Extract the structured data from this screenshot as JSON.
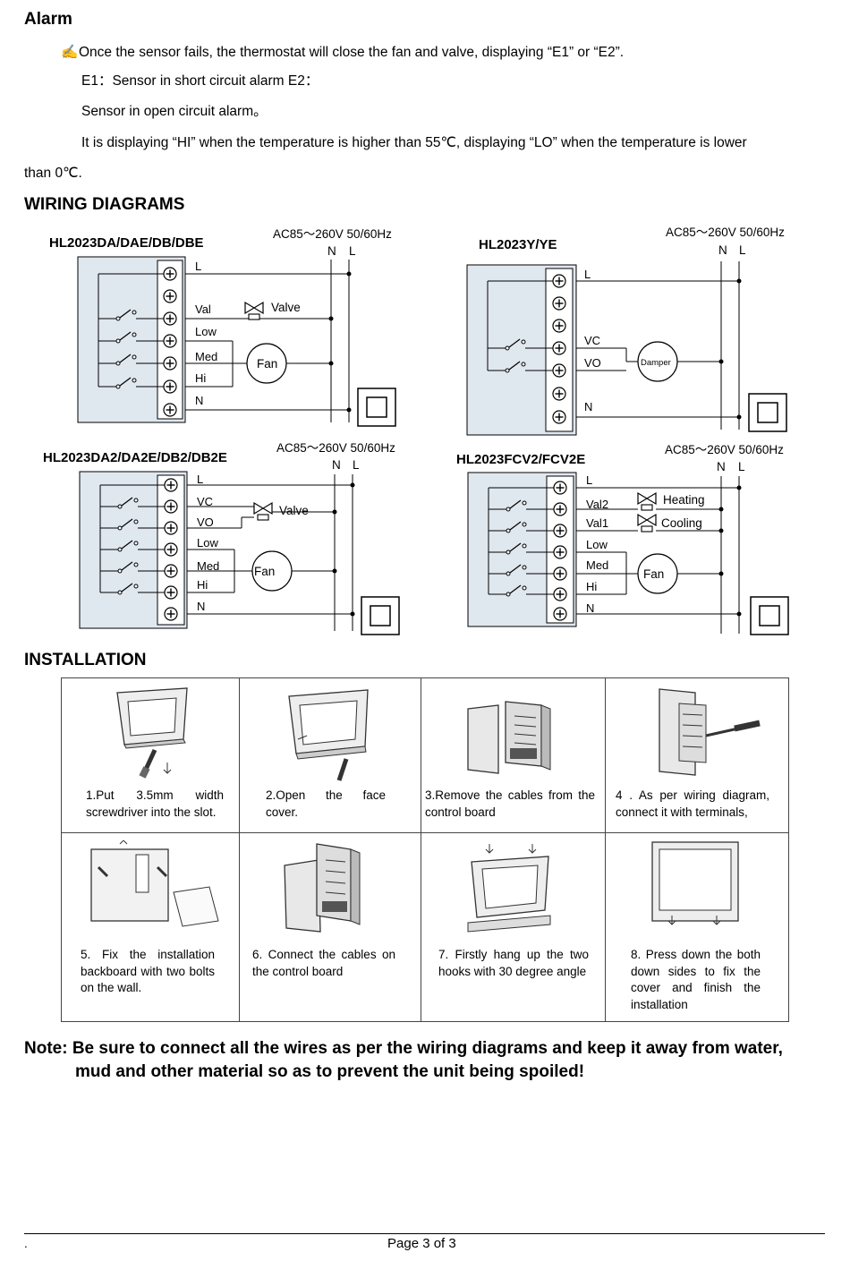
{
  "alarm": {
    "heading": "Alarm",
    "line1_icon": "pencil-icon",
    "line1": "Once the sensor fails, the thermostat will close the fan and valve, displaying “E1” or “E2”.",
    "line2": "E1：Sensor in short circuit alarm E2：",
    "line3": "Sensor in open circuit alarm。",
    "line4": "It is displaying “HI” when the temperature is higher than 55℃, displaying “LO” when the temperature is lower",
    "line5": "than 0℃."
  },
  "wiring": {
    "heading": "WIRING DIAGRAMS",
    "supply": "AC85～260V 50/60Hz",
    "n": "N",
    "l": "L",
    "d1": {
      "title": "HL2023DA/DAE/DB/DBE",
      "labels": [
        "L",
        "Val",
        "Low",
        "Med",
        "Hi",
        "N"
      ],
      "valve": "Valve",
      "fan": "Fan"
    },
    "d2": {
      "title": "HL2023Y/YE",
      "labels": [
        "L",
        "VC",
        "VO",
        "N"
      ],
      "damper": "Damper"
    },
    "d3": {
      "title": "HL2023DA2/DA2E/DB2/DB2E",
      "labels": [
        "L",
        "VC",
        "VO",
        "Low",
        "Med",
        "Hi",
        "N"
      ],
      "valve": "Valve",
      "fan": "Fan"
    },
    "d4": {
      "title": "HL2023FCV2/FCV2E",
      "labels": [
        "L",
        "Val2",
        "Val1",
        "Low",
        "Med",
        "Hi",
        "N"
      ],
      "heating": "Heating",
      "cooling": "Cooling",
      "fan": "Fan"
    }
  },
  "installation": {
    "heading": "INSTALLATION",
    "steps": [
      "1.Put 3.5mm width screwdriver into the slot.",
      "2.Open the face cover.",
      "3.Remove the cables from the control board",
      "4 . As per wiring diagram, connect it with terminals,",
      "5. Fix the installation backboard with two bolts on the wall.",
      "6. Connect the cables on the control board",
      "7. Firstly hang up the two hooks with 30 degree angle",
      "8. Press down the both down sides to fix the cover and finish the installation"
    ]
  },
  "note": {
    "line1": "Note: Be sure to connect all the wires as per the wiring diagrams and keep it away from water,",
    "line2": "mud and other material so as to prevent the unit being spoiled!"
  },
  "footer": {
    "dot": ".",
    "page": "Page 3 of 3"
  }
}
